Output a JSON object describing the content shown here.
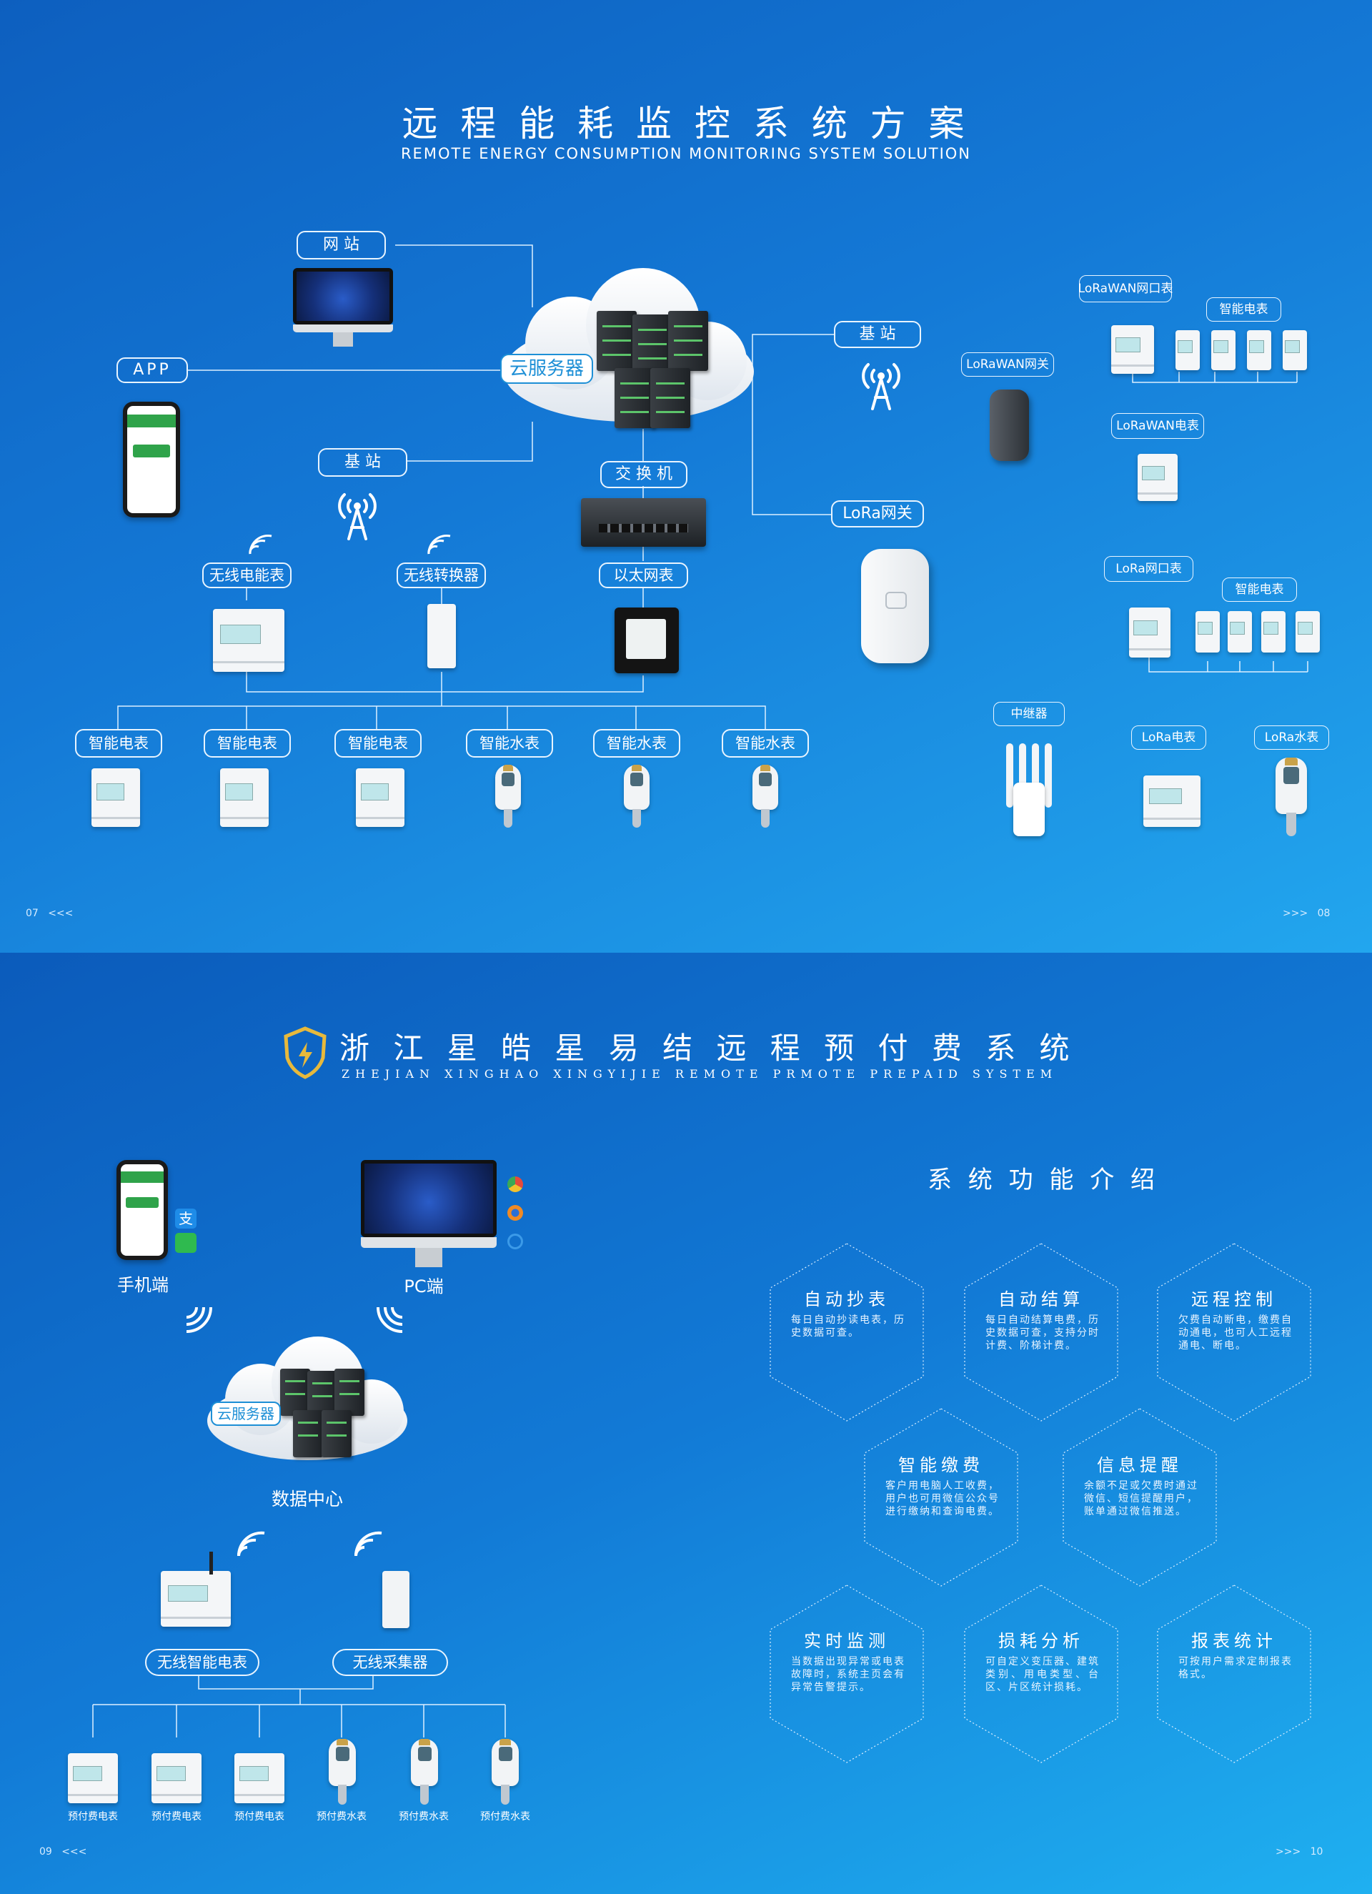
{
  "page1": {
    "title": "远 程 能 耗 监 控 系 统 方 案",
    "subtitle": "REMOTE ENERGY CONSUMPTION MONITORING SYSTEM SOLUTION",
    "cloud_label": "云服务器",
    "labels": {
      "website": "网 站",
      "app": "APP",
      "base_station_left": "基 站",
      "base_station_right": "基 站",
      "switch": "交 换 机",
      "wireless_meter": "无线电能表",
      "wireless_converter": "无线转换器",
      "ethernet_meter": "以太网表",
      "lora_gateway": "LoRa网关"
    },
    "bottom_devices": [
      "智能电表",
      "智能电表",
      "智能电表",
      "智能水表",
      "智能水表",
      "智能水表"
    ],
    "right": {
      "lorawan_gateway": "LoRaWAN网关",
      "lorawan_port_meter": "LoRaWAN网口表",
      "smart_meter_1": "智能电表",
      "lorawan_meter": "LoRaWAN电表",
      "lora_port_meter": "LoRa网口表",
      "smart_meter_2": "智能电表",
      "repeater": "中继器",
      "lora_meter": "LoRa电表",
      "lora_water_meter": "LoRa水表"
    },
    "page_left": "07",
    "page_right": "08",
    "arrows_left": "<<<",
    "arrows_right": ">>>"
  },
  "page2": {
    "title": "浙 江 星 皓 星 易 结 远 程 预 付 费 系 统",
    "subtitle": "ZHEJIAN XINGHAO XINGYIJIE REMOTE PRMOTE PREPAID SYSTEM",
    "mobile_label": "手机端",
    "pc_label": "PC端",
    "cloud_label": "云服务器",
    "datacenter_label": "数据中心",
    "wireless_smart_meter": "无线智能电表",
    "wireless_collector": "无线采集器",
    "bottom_devices": [
      "预付费电表",
      "预付费电表",
      "预付费电表",
      "预付费水表",
      "预付费水表",
      "预付费水表"
    ],
    "features_title": "系 统 功 能 介 绍",
    "features": [
      {
        "title": "自动抄表",
        "text": "每日自动抄读电表，历史数据可查。"
      },
      {
        "title": "自动结算",
        "text": "每日自动结算电费，历史数据可查，支持分时计费、阶梯计费。"
      },
      {
        "title": "远程控制",
        "text": "欠费自动断电，缴费自动通电，也可人工远程通电、断电。"
      },
      {
        "title": "智能缴费",
        "text": "客户用电脑人工收费，用户也可用微信公众号进行缴纳和查询电费。"
      },
      {
        "title": "信息提醒",
        "text": "余额不足或欠费时通过微信、短信提醒用户，账单通过微信推送。"
      },
      {
        "title": "实时监测",
        "text": "当数据出现异常或电表故障时，系统主页会有异常告警提示。"
      },
      {
        "title": "损耗分析",
        "text": "可自定义变压器、建筑类别、用电类型、台区、片区统计损耗。"
      },
      {
        "title": "报表统计",
        "text": "可按用户需求定制报表格式。"
      }
    ],
    "page_left": "09",
    "page_right": "10",
    "arrows_left": "<<<",
    "arrows_right": ">>>"
  },
  "colors": {
    "line": "#dcefff",
    "cloud_text": "#1d8fd6",
    "accent_gold": "#e7b93c"
  }
}
